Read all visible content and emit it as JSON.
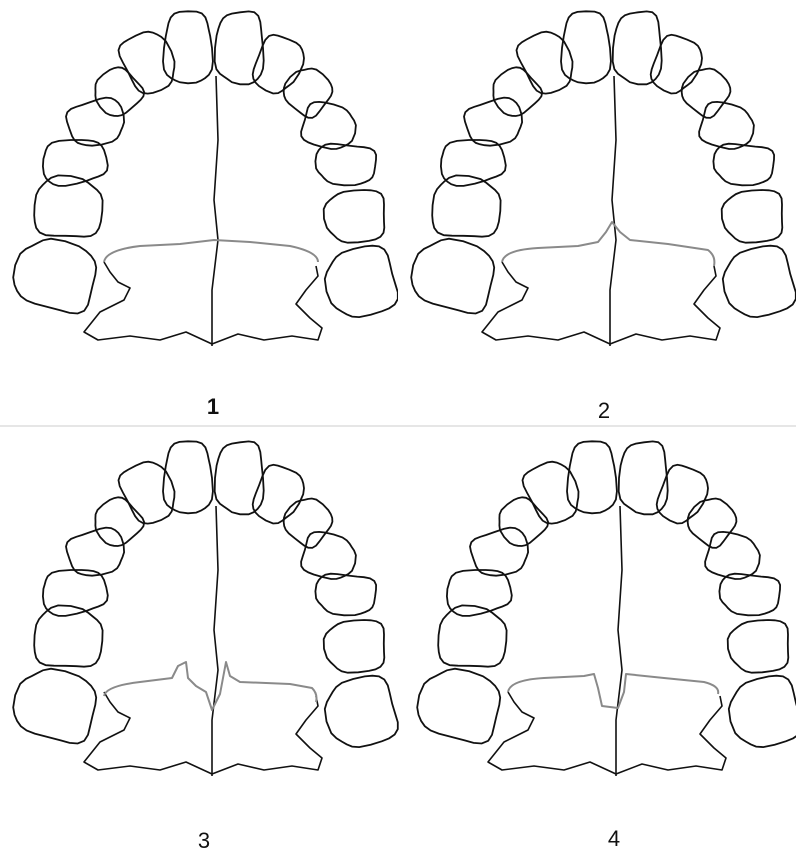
{
  "panels": [
    {
      "label": "1",
      "palate_variant": "flat"
    },
    {
      "label": "2",
      "palate_variant": "single-peak"
    },
    {
      "label": "3",
      "palate_variant": "double-spike"
    },
    {
      "label": "4",
      "palate_variant": "central-notch"
    }
  ],
  "colors": {
    "tooth_outline": "#111111",
    "palate_line": "#8a8a8a",
    "frame": "#cfcfcf"
  }
}
